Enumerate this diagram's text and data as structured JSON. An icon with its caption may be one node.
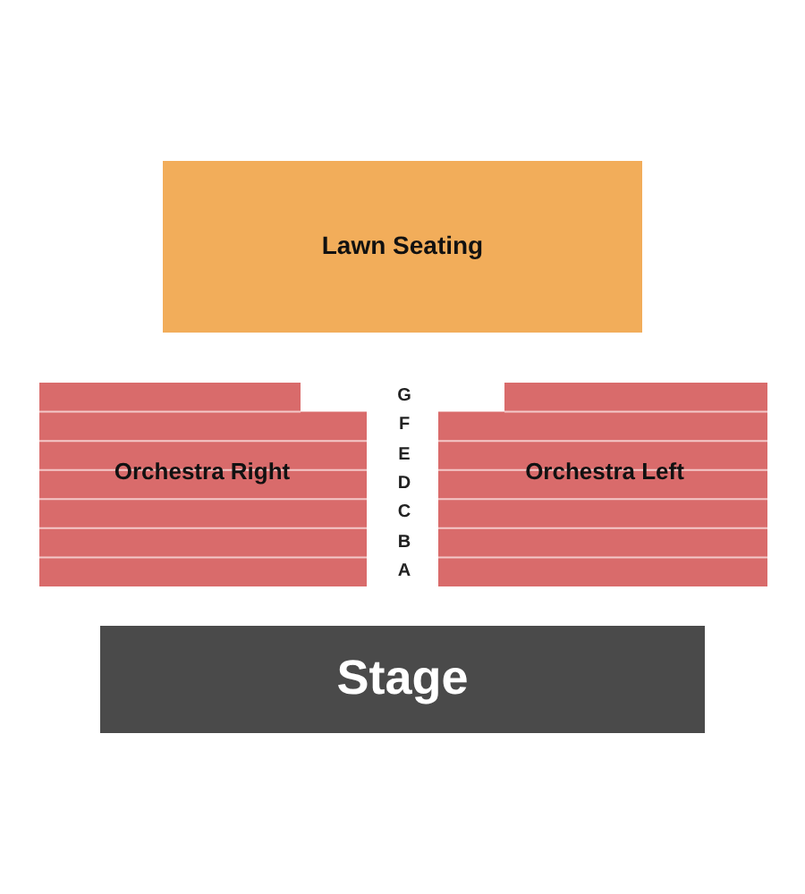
{
  "diagram": {
    "nodes": [
      {
        "text": [
          "Lawn Seating"
        ]
      },
      {
        "text": [
          "Orchestra Right"
        ]
      },
      {
        "text": [
          "Orchestra Left"
        ]
      },
      {
        "text": [
          "Stage"
        ]
      }
    ],
    "edges": [],
    "labels": [
      "G",
      "F",
      "E",
      "D",
      "C",
      "B",
      "A"
    ]
  }
}
